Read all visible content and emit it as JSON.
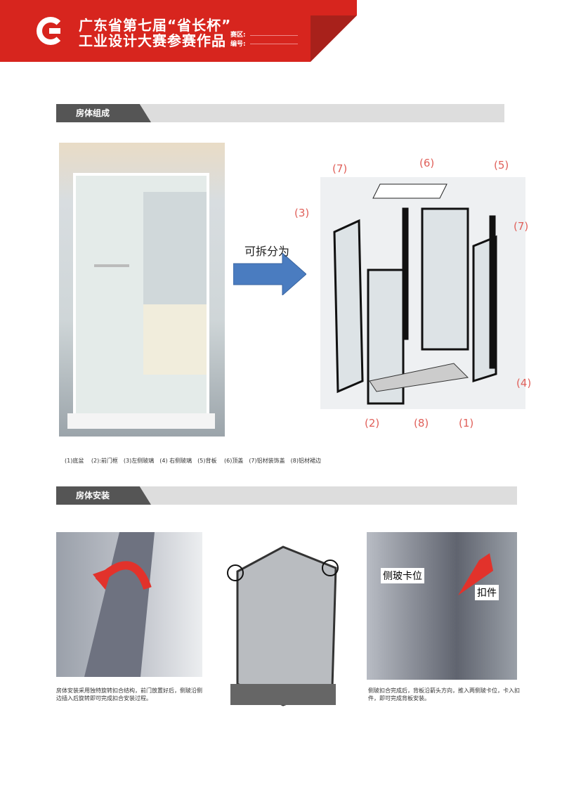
{
  "header": {
    "line1": "广东省第七届“省长杯”",
    "line2": "工业设计大赛参赛作品",
    "field1": "赛区:",
    "field2": "编号:"
  },
  "section1": {
    "title": "房体组成",
    "arrow_label": "可拆分为",
    "part_labels": [
      "(7)",
      "(6)",
      "(5)",
      "(3)",
      "(7)",
      "(4)",
      "(2)",
      "(8)",
      "(1)"
    ],
    "legend": "(1)底盆　 (2):前门框　(3)左侧玻璃　(4) 右侧玻璃　(5)背板　 (6)顶盖　(7)铝材装饰盖　(8)铝材裙边"
  },
  "section2": {
    "title": "房体安装",
    "callout1": "侧玻卡位",
    "callout2": "扣件",
    "caption_left": "房体安装采用独特旋转扣合结构，前门放置好后，侧玻沿侧边插入后旋转即可完成扣合安装过程。",
    "caption_right": "侧玻扣合完成后，背板沿箭头方向，推入两侧玻卡位，卡入扣件，即可完成背板安装。"
  },
  "colors": {
    "brand": "#d7251e",
    "arrow": "#4a7cc0"
  }
}
